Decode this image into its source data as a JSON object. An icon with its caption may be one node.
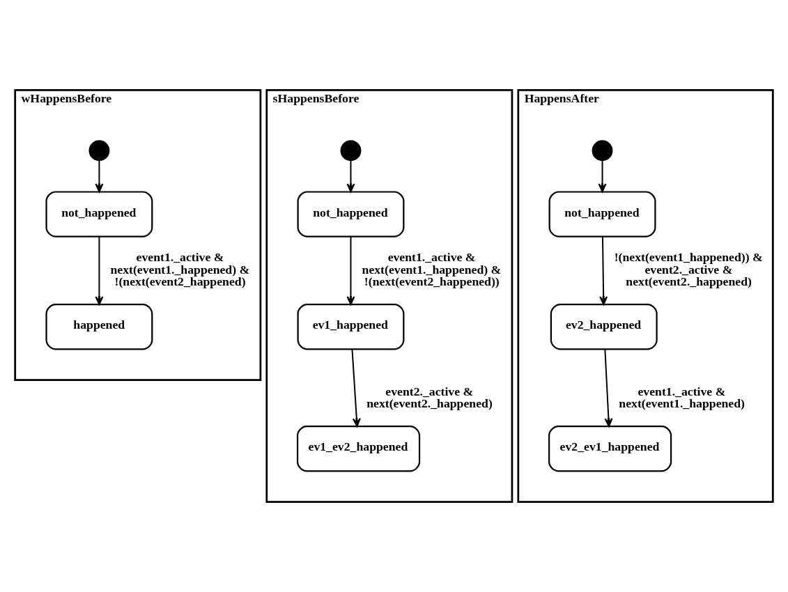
{
  "diagram": {
    "nodes": [
      {
        "text": [
          "wHappensBefore"
        ]
      },
      {
        "text": [],
        "shape": "circle",
        "in": 0
      },
      {
        "text": [
          "not_happened"
        ],
        "in": 0
      },
      {
        "text": [
          "happened"
        ],
        "in": 0
      },
      {
        "text": [
          "sHappensBefore"
        ]
      },
      {
        "text": [],
        "shape": "circle",
        "in": 4
      },
      {
        "text": [
          "not_happened"
        ],
        "in": 4
      },
      {
        "text": [
          "ev1_happened"
        ],
        "in": 4
      },
      {
        "text": [
          "ev1_ev2_happened"
        ],
        "in": 4
      },
      {
        "text": [
          "HappensAfter"
        ]
      },
      {
        "text": [],
        "shape": "circle",
        "in": 9
      },
      {
        "text": [
          "not_happened"
        ],
        "in": 9
      },
      {
        "text": [
          "ev2_happened"
        ],
        "in": 9
      },
      {
        "text": [
          "ev2_ev1_happened"
        ],
        "in": 9
      }
    ],
    "edges": [
      {
        "from": 1,
        "to": 2,
        "arrow": "to"
      },
      {
        "from": 2,
        "to": 3,
        "arrow": "to",
        "label": "event1._active & next(event1._happened) & !(next(event2_happened)"
      },
      {
        "from": 5,
        "to": 6,
        "arrow": "to"
      },
      {
        "from": 6,
        "to": 7,
        "arrow": "to",
        "label": "event1._active & next(event1._happened) & !(next(event2_happened))"
      },
      {
        "from": 7,
        "to": 8,
        "arrow": "to",
        "label": "event2._active & next(event2._happened)"
      },
      {
        "from": 10,
        "to": 11,
        "arrow": "to"
      },
      {
        "from": 11,
        "to": 12,
        "arrow": "to",
        "label": "!(next(event1_happened)) & event2._active & next(event2._happened)"
      },
      {
        "from": 12,
        "to": 13,
        "arrow": "to",
        "label": "event1._active & next(event1._happened)"
      }
    ]
  }
}
